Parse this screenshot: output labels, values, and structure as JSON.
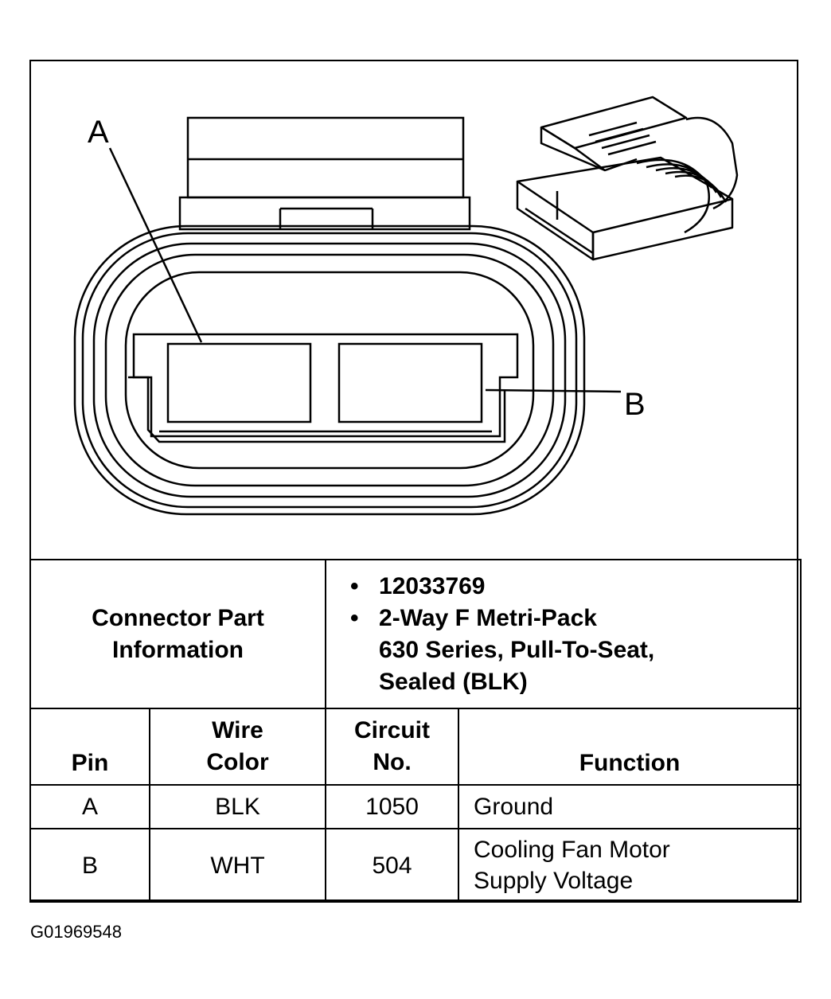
{
  "callouts": {
    "a": "A",
    "b": "B"
  },
  "connector_info": {
    "label": "Connector Part\nInformation",
    "bullets": [
      "12033769",
      "2-Way F Metri-Pack\n630 Series, Pull-To-Seat,\nSealed (BLK)"
    ]
  },
  "table": {
    "headers": {
      "pin": "Pin",
      "wire_color": "Wire\nColor",
      "circuit_no": "Circuit\nNo.",
      "function": "Function"
    },
    "rows": [
      {
        "pin": "A",
        "wire_color": "BLK",
        "circuit_no": "1050",
        "function": "Ground"
      },
      {
        "pin": "B",
        "wire_color": "WHT",
        "circuit_no": "504",
        "function": "Cooling Fan Motor\nSupply Voltage"
      }
    ]
  },
  "figure_id": "G01969548"
}
